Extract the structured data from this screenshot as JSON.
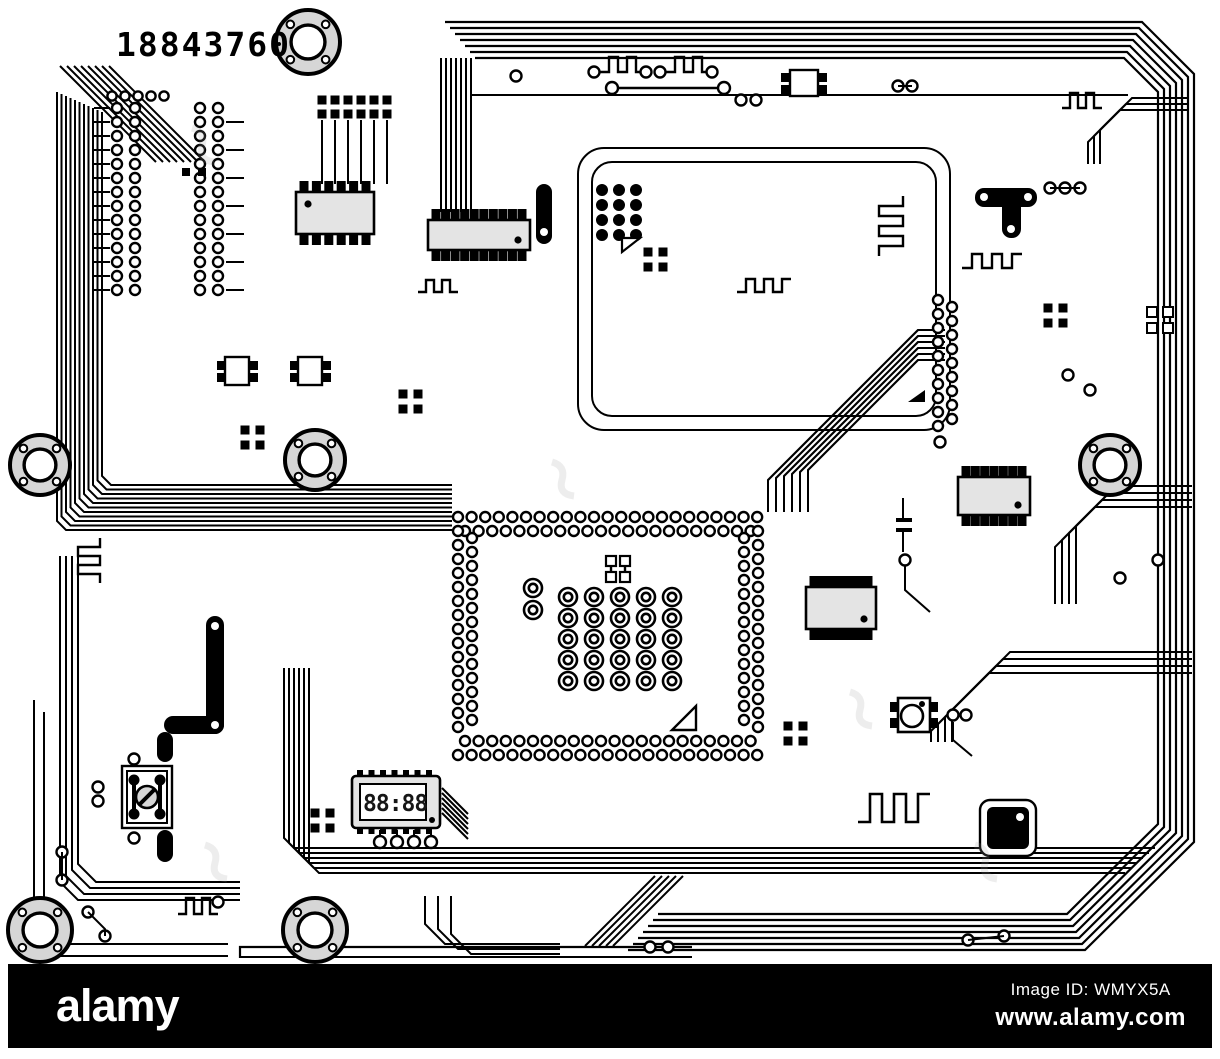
{
  "board": {
    "serial_number": "18843760",
    "display_value": "88:88",
    "style": "black and white printed circuit board vector illustration",
    "colors": {
      "trace": "#000000",
      "board": "#ffffff",
      "component_fill": "#e4e4e4",
      "hole_ring": "#d6d6d6",
      "display_digit": "#161616"
    },
    "elements": [
      "mounting-hole",
      "via-pad",
      "double-ring-pad",
      "ic-chip",
      "seven-segment-display",
      "trimmer-potentiometer",
      "push-button",
      "serpentine-trace",
      "trace-bundle",
      "qfp-pad-grid",
      "capacitor",
      "jumper",
      "triangle-marker",
      "power-bar"
    ]
  },
  "watermark": {
    "brand": "alamy",
    "image_id_label": "Image ID: WMYX5A",
    "website": "www.alamy.com",
    "bar_color": "#000000",
    "text_color": "#ffffff"
  }
}
